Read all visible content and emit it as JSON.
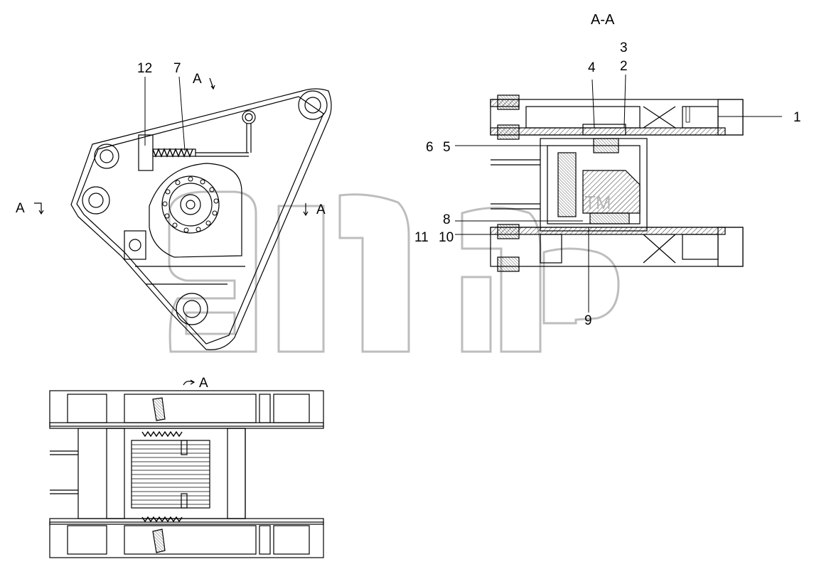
{
  "section_title": "A-A",
  "view_markers": {
    "top_arrow": "A",
    "left_arrow": "A",
    "right_arrow": "A",
    "bottom_view": "A"
  },
  "callouts": {
    "c1": "1",
    "c2": "2",
    "c3": "3",
    "c4": "4",
    "c5": "5",
    "c6": "6",
    "c7": "7",
    "c8": "8",
    "c9": "9",
    "c10": "10",
    "c11": "11",
    "c12": "12"
  },
  "watermark": {
    "trademark": "TM"
  },
  "colors": {
    "line": "#000000",
    "watermark": "#bdbdbd"
  }
}
